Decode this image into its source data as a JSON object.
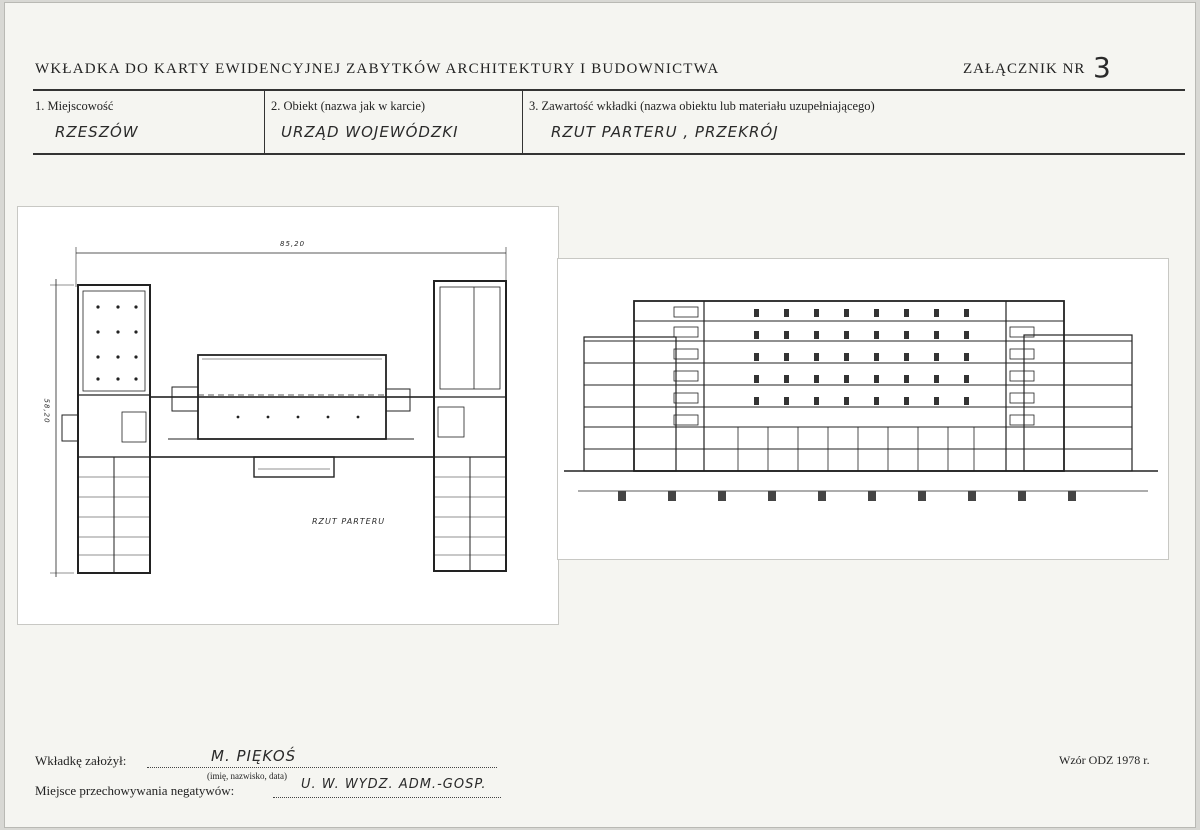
{
  "header": {
    "title": "WKŁADKA DO KARTY EWIDENCYJNEJ ZABYTKÓW ARCHITEKTURY I BUDOWNICTWA",
    "attachment_label": "ZAŁĄCZNIK NR",
    "attachment_number": "3"
  },
  "fields": [
    {
      "label": "1. Miejscowość",
      "value": "RZESZÓW"
    },
    {
      "label": "2. Obiekt (nazwa jak w karcie)",
      "value": "URZĄD WOJEWÓDZKI"
    },
    {
      "label": "3. Zawartość wkładki (nazwa obiektu lub materiału uzupełniającego)",
      "value": "RZUT PARTERU , PRZEKRÓJ"
    }
  ],
  "plan": {
    "dimension_width": "85,20",
    "dimension_height": "58,20",
    "caption": "RZUT PARTERU"
  },
  "footer": {
    "created_label": "Wkładkę założył:",
    "created_value": "M. PIĘKOŚ",
    "created_hint": "(imię, nazwisko, data)",
    "storage_label": "Miejsce przechowywania negatywów:",
    "storage_value": "U. W. WYDZ. ADM.-GOSP.",
    "form_label": "Wzór ODZ 1978 r."
  }
}
